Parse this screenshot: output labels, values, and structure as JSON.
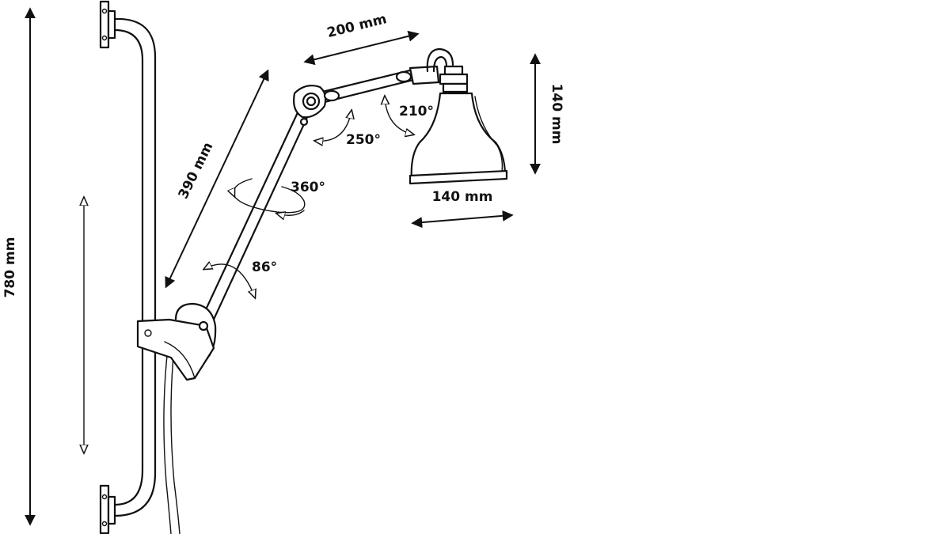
{
  "dimensions": {
    "total_height": "780 mm",
    "arm_length": "390 mm",
    "upper_arm_length": "200 mm",
    "shade_height": "140 mm",
    "shade_width": "140 mm"
  },
  "rotations": {
    "base_arm": "86°",
    "arm_axis": "360°",
    "elbow": "250°",
    "shade": "210°"
  }
}
